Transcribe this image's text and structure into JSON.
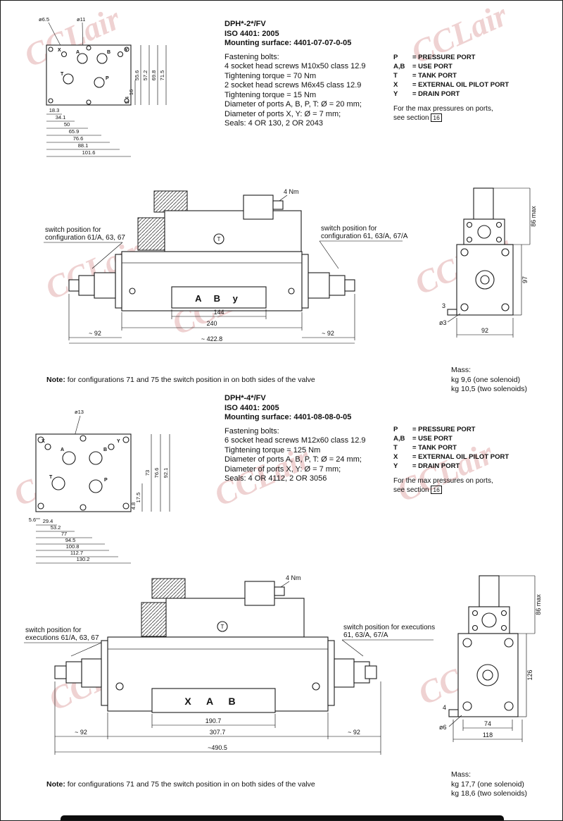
{
  "watermark": {
    "text": "CCLair"
  },
  "legend": {
    "rows": [
      {
        "port": "P",
        "desc": "= PRESSURE PORT"
      },
      {
        "port": "A,B",
        "desc": "= USE PORT"
      },
      {
        "port": "T",
        "desc": "= TANK PORT"
      },
      {
        "port": "X",
        "desc": "= EXTERNAL OIL PILOT PORT"
      },
      {
        "port": "Y",
        "desc": "= DRAIN PORT"
      }
    ],
    "max_line1": "For the max pressures on ports,",
    "max_line2": "see section",
    "section_ref": "16"
  },
  "s1": {
    "title": "DPH*-2*/FV",
    "iso": "ISO 4401: 2005",
    "mounting": "Mounting surface: 4401-07-07-0-05",
    "fastening": [
      "Fastening bolts:",
      "4 socket head screws M10x50 class 12.9",
      "Tightening torque = 70 Nm",
      "2 socket head screws M6x45 class 12.9",
      "Tightening torque = 15 Nm",
      "Diameter of ports A, B, P, T: Ø = 20 mm;",
      "Diameter of ports X, Y: Ø = 7 mm;",
      "Seals: 4 OR 130, 2 OR 2043"
    ],
    "plate": {
      "hole_large": "ø11",
      "hole_small": "ø6.5",
      "v_dims": [
        "71.5",
        "69.8",
        "57.2",
        "55.6",
        "16",
        "5.4"
      ],
      "h_dims": [
        "18.3",
        "34.1",
        "50",
        "65.9",
        "76.6",
        "88.1",
        "101.6"
      ],
      "ports": [
        "X",
        "A",
        "B",
        "Y",
        "T",
        "P"
      ]
    },
    "front": {
      "switch_left_1": "switch position for",
      "switch_left_2": "configuration 61/A, 63, 67",
      "switch_right_1": "switch position for",
      "switch_right_2": "configuration 61, 63/A, 67/A",
      "torque": "4 Nm",
      "pilot_label": "T",
      "plate_label": "A B y",
      "dim_plate": "144",
      "dim_body": "240",
      "dim_left": "~ 92",
      "dim_right": "~ 92",
      "dim_overall": "~ 422.8"
    },
    "side": {
      "dim_top": "86 max",
      "dim_body": "97",
      "dim_offset": "3",
      "hole": "ø3",
      "dim_width": "92"
    },
    "mass": [
      "Mass:",
      "kg 9,6 (one solenoid)",
      "kg 10,5 (two solenoids)"
    ],
    "note_label": "Note:",
    "note_text": " for configurations 71 and 75 the switch position in on both sides of the valve"
  },
  "s2": {
    "title": "DPH*-4*/FV",
    "iso": "ISO 4401: 2005",
    "mounting": "Mounting surface: 4401-08-08-0-05",
    "fastening": [
      "Fastening bolts:",
      "6 socket head screws M12x60 class 12.9",
      "Tightening torque = 125 Nm",
      "Diameter of ports A, B, P, T: Ø = 24 mm;",
      "Diameter of ports X, Y: Ø = 7 mm;",
      "Seals: 4 OR 4112, 2 OR 3056"
    ],
    "plate": {
      "hole_large": "ø13",
      "v_dims": [
        "92.1",
        "76.6",
        "73",
        "17.5",
        "4.8"
      ],
      "h_dims": [
        "5.6",
        "29.4",
        "53.2",
        "77",
        "94.5",
        "100.8",
        "112.7",
        "130.2"
      ],
      "ports": [
        "X",
        "A",
        "B",
        "Y",
        "T",
        "P"
      ]
    },
    "front": {
      "switch_left_1": "switch position for",
      "switch_left_2": "executions 61/A, 63, 67",
      "switch_right_1": "switch position for executions",
      "switch_right_2": "61, 63/A, 67/A",
      "torque": "4 Nm",
      "pilot_label": "T",
      "plate_label": "X A B",
      "dim_plate": "190.7",
      "dim_body": "307.7",
      "dim_left": "~ 92",
      "dim_right": "~ 92",
      "dim_overall": "~490.5"
    },
    "side": {
      "dim_top": "86 max",
      "dim_body": "126",
      "dim_offset": "4",
      "hole": "ø6",
      "dim_width_inner": "74",
      "dim_width": "118"
    },
    "mass": [
      "Mass:",
      "kg 17,7 (one solenoid)",
      "kg 18,6 (two solenoids)"
    ],
    "note_label": "Note:",
    "note_text": " for configurations 71 and 75 the switch position in on both sides of the valve"
  }
}
